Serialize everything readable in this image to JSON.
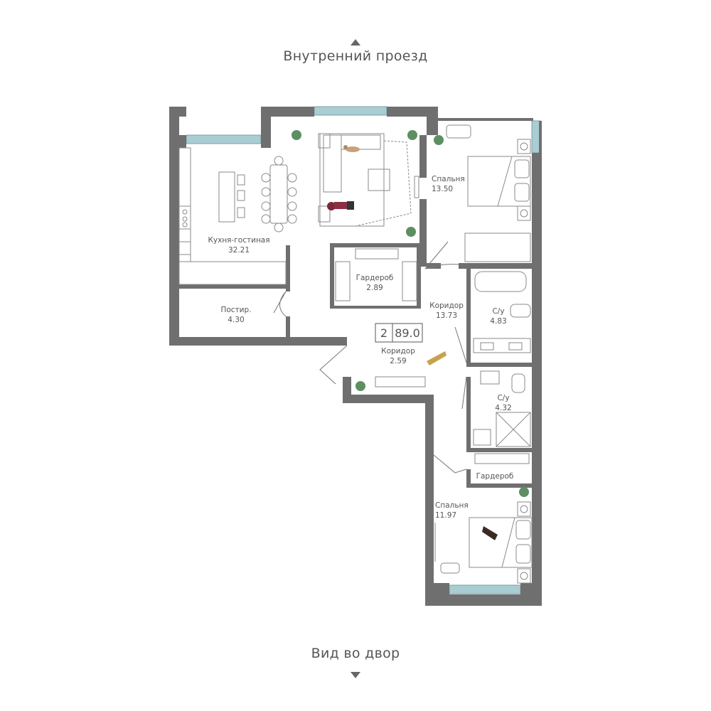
{
  "orientation": {
    "top_label": "Внутренний проезд",
    "bottom_label": "Вид во двор"
  },
  "apartment": {
    "rooms_count": "2",
    "total_area": "89.0"
  },
  "rooms": {
    "kitchen": {
      "name": "Кухня-гостиная",
      "area": "32.21"
    },
    "bedroom1": {
      "name": "Спальня",
      "area": "13.50"
    },
    "wardrobe1": {
      "name": "Гардероб",
      "area": "2.89"
    },
    "storage": {
      "name": "Постир.",
      "area": "4.30"
    },
    "corridor1": {
      "name": "Коридор",
      "area": "13.73"
    },
    "corridor2": {
      "name": "Коридор",
      "area": "2.59"
    },
    "bath1": {
      "name": "С/у",
      "area": "4.83"
    },
    "bath2": {
      "name": "С/у",
      "area": "4.32"
    },
    "wardrobe2": {
      "name": "Гардероб"
    },
    "bedroom2": {
      "name": "Спальня",
      "area": "11.97"
    }
  },
  "colors": {
    "wall": "#6f6f70",
    "window": "#a9cdd3",
    "furniture_line": "#8a8a8a",
    "plant": "#5d8f62"
  }
}
